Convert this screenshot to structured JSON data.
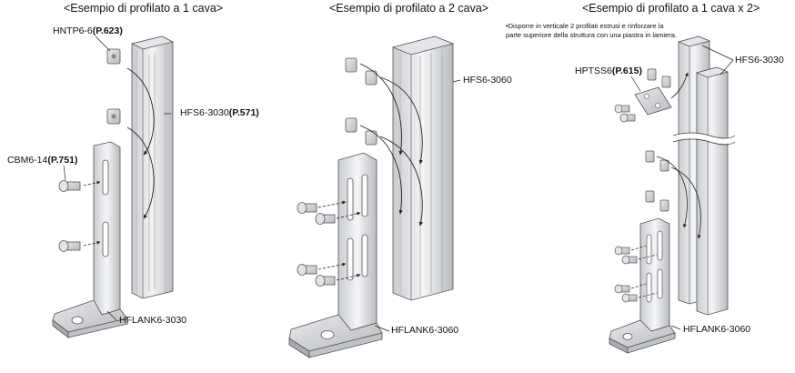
{
  "panels": [
    {
      "title": "<Esempio di profilato a 1 cava>"
    },
    {
      "title": "<Esempio di profilato a 2 cava>"
    },
    {
      "title": "<Esempio di profilato a 1 cava x 2>"
    }
  ],
  "note": {
    "line1": "•Disporre in verticale 2 profilati estrusi e rinforzare la",
    "line2": "parte superiore della struttura con una piastra in lamiera."
  },
  "labels": {
    "hntp": "HNTP6-6",
    "hntp_ref": "(P.623)",
    "hfs_3030": "HFS6-3030",
    "hfs_3030_ref": "(P.571)",
    "cbm": "CBM6-14",
    "cbm_ref": "(P.751)",
    "hflank_3030": "HFLANK6-3030",
    "hfs_3060": "HFS6-3060",
    "hflank_3060_a": "HFLANK6-3060",
    "hptss": "HPTSS6",
    "hptss_ref": "(P.615)",
    "hfs_3030_b": "HFS6-3030",
    "hflank_3060_b": "HFLANK6-3060"
  }
}
